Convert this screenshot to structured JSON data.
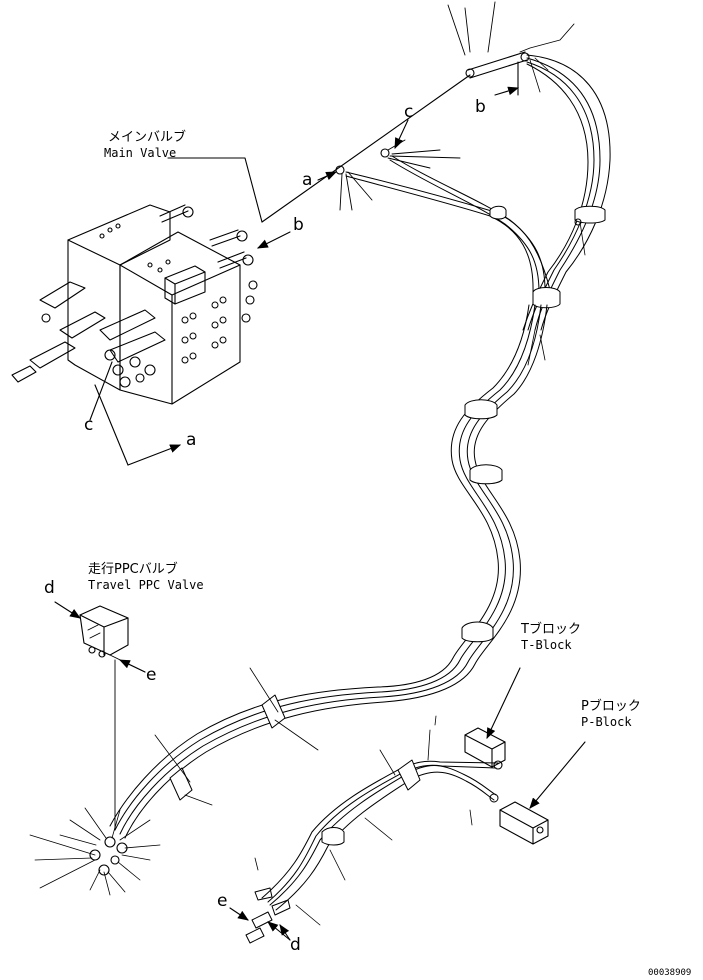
{
  "labels": {
    "main_valve_ja": "メインバルブ",
    "main_valve_en": "Main Valve",
    "travel_ppc_ja": "走行PPCバルブ",
    "travel_ppc_en": "Travel PPC Valve",
    "t_block_ja": "Tブロック",
    "t_block_en": "T-Block",
    "p_block_ja": "Pブロック",
    "p_block_en": "P-Block"
  },
  "callouts": {
    "a_top": "a",
    "a_bottom": "a",
    "b_top": "b",
    "b_valve": "b",
    "c_top": "c",
    "c_valve": "c",
    "d_ppc": "d",
    "e_ppc": "e",
    "e_bottom": "e",
    "d_bottom": "d"
  },
  "drawing_number": "00038909"
}
